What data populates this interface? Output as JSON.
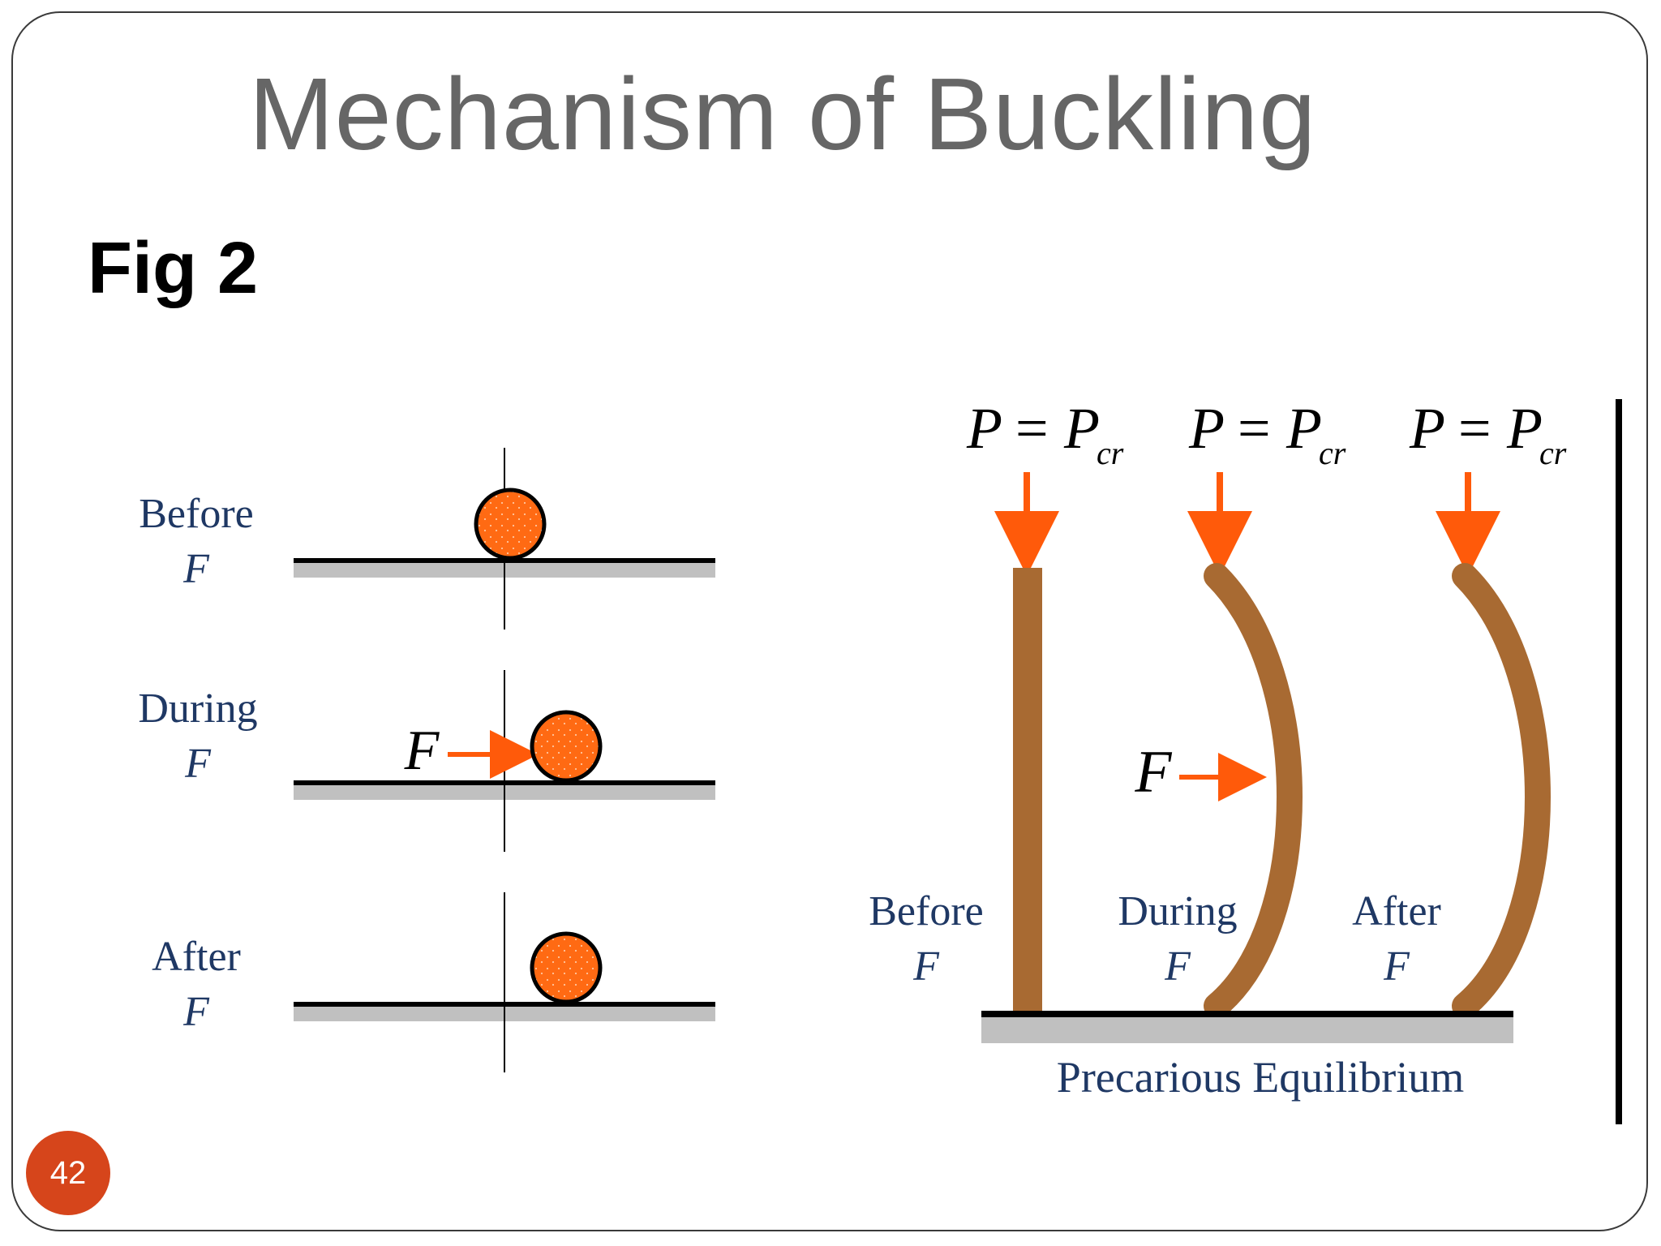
{
  "slide": {
    "title": "Mechanism of Buckling",
    "fig_label": "Fig 2",
    "page_number": "42"
  },
  "ball_panel": {
    "rows": [
      {
        "state": "Before",
        "sub": "F"
      },
      {
        "state": "During",
        "sub": "F"
      },
      {
        "state": "After",
        "sub": "F"
      }
    ],
    "force_label": "F"
  },
  "column_panel": {
    "load_labels": [
      {
        "p": "P",
        "eq": "=",
        "pcr": "P",
        "sub": "cr"
      },
      {
        "p": "P",
        "eq": "=",
        "pcr": "P",
        "sub": "cr"
      },
      {
        "p": "P",
        "eq": "=",
        "pcr": "P",
        "sub": "cr"
      }
    ],
    "states": [
      {
        "state": "Before",
        "sub": "F"
      },
      {
        "state": "During",
        "sub": "F"
      },
      {
        "state": "After",
        "sub": "F"
      }
    ],
    "force_label": "F",
    "caption": "Precarious Equilibrium"
  },
  "colors": {
    "title": "#666666",
    "label_blue": "#1f3864",
    "ball_orange": "#ff6a13",
    "arrow_orange": "#ff5a0a",
    "column_brown": "#a86a32",
    "ground_gray": "#c0c0c0",
    "badge": "#d6451b"
  }
}
